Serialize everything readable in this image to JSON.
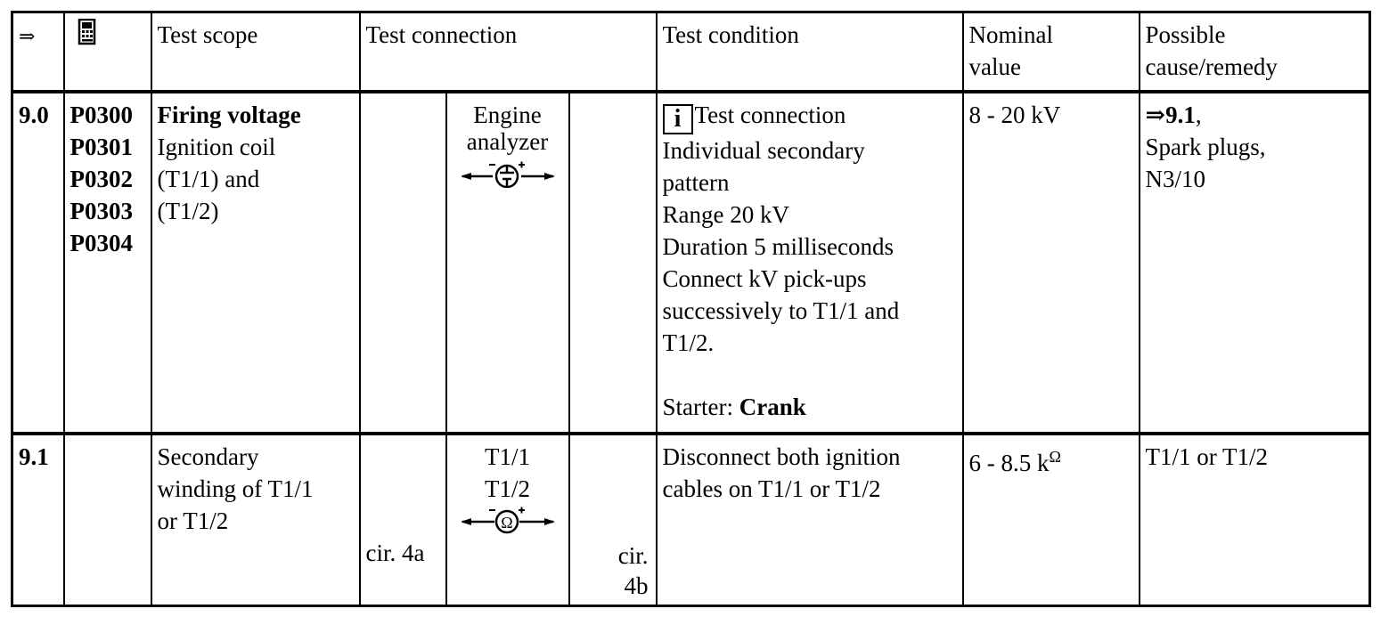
{
  "header": {
    "arrow": "⇒",
    "scope": "Test scope",
    "connection": "Test connection",
    "condition": "Test condition",
    "nominal_1": "Nominal",
    "nominal_2": "value",
    "cause_1": "Possible",
    "cause_2": "cause/remedy",
    "icon": "diagnostic-tester-icon"
  },
  "rows": [
    {
      "step": "9.0",
      "codes": [
        "P0300",
        "P0301",
        "P0302",
        "P0303",
        "P0304"
      ],
      "scope_title": "Firing voltage",
      "scope_lines": [
        "Ignition coil",
        "(T1/1) and",
        "(T1/2)"
      ],
      "connection_label_1": "Engine",
      "connection_label_2": "analyzer",
      "connection_icon": "engine-analyzer-icon",
      "info_badge": "i",
      "condition_lines": [
        "Test connection",
        "Individual secondary",
        "pattern",
        "Range 20 kV",
        "Duration 5 milliseconds",
        "Connect kV pick-ups",
        "successively to T1/1 and",
        "T1/2."
      ],
      "condition_starter_label": "Starter: ",
      "condition_starter_value": "Crank",
      "nominal": "8 - 20 kV",
      "cause_ref": "⇒9.1",
      "cause_ref_suffix": ",",
      "cause_lines": [
        "Spark plugs,",
        "N3/10"
      ]
    },
    {
      "step": "9.1",
      "scope_lines": [
        "Secondary",
        "winding of T1/1",
        "or T1/2"
      ],
      "connection_label_1": "T1/1",
      "connection_label_2": "T1/2",
      "connection_icon": "ohmmeter-icon",
      "circuit_left": "cir. 4a",
      "circuit_right_1": "cir.",
      "circuit_right_2": "4b",
      "condition_lines": [
        "Disconnect both ignition",
        "cables on T1/1 or T1/2"
      ],
      "nominal": "6 - 8.5 k",
      "nominal_unit": "Ω",
      "cause": "T1/1 or T1/2"
    }
  ]
}
